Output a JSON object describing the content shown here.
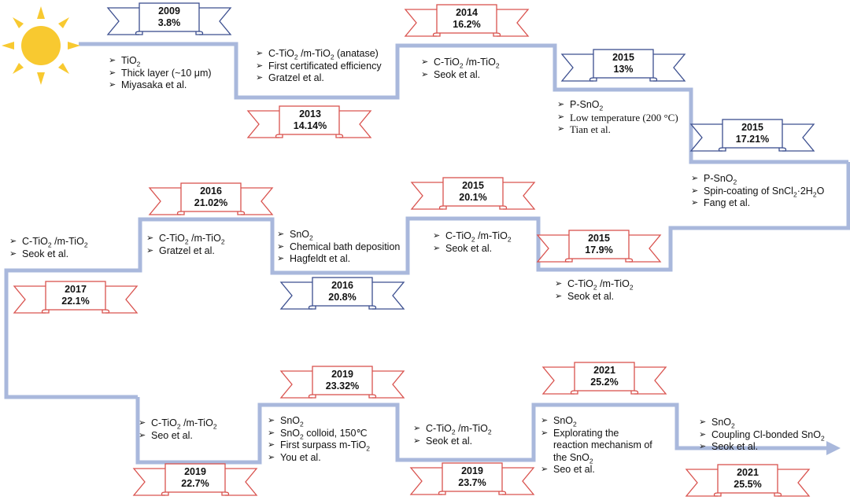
{
  "colors": {
    "path": "#a9b8dc",
    "red": "#d9534f",
    "blue": "#3c4f8f",
    "sun": "#f8c930"
  },
  "sun_icon": "sun-icon",
  "milestones": [
    {
      "year": "2009",
      "eff": "3.8%",
      "color": "blue",
      "notes": [
        "TiO₂",
        "Thick layer (~10 μm)",
        "Miyasaka et al."
      ]
    },
    {
      "year": "2013",
      "eff": "14.14%",
      "color": "red",
      "notes": [
        "C-TiO₂ /m-TiO₂ (anatase)",
        "First certificated efficiency",
        "Gratzel et al."
      ]
    },
    {
      "year": "2014",
      "eff": "16.2%",
      "color": "red",
      "notes": [
        "C-TiO₂ /m-TiO₂",
        "Seok et al."
      ]
    },
    {
      "year": "2015",
      "eff": "13%",
      "color": "blue",
      "notes": [
        "P-SnO₂",
        "Low temperature (200 °C)",
        "Tian et al."
      ]
    },
    {
      "year": "2015",
      "eff": "17.21%",
      "color": "blue",
      "notes": [
        "P-SnO₂",
        "Spin-coating of SnCl₂·2H₂O",
        "Fang et al."
      ]
    },
    {
      "year": "2015",
      "eff": "17.9%",
      "color": "red",
      "notes": [
        "C-TiO₂ /m-TiO₂",
        "Seok et al."
      ]
    },
    {
      "year": "2015",
      "eff": "20.1%",
      "color": "red",
      "notes": [
        "C-TiO₂ /m-TiO₂",
        "Seok et al."
      ]
    },
    {
      "year": "2016",
      "eff": "20.8%",
      "color": "blue",
      "notes": [
        "SnO₂",
        "Chemical bath deposition",
        "Hagfeldt et al."
      ]
    },
    {
      "year": "2016",
      "eff": "21.02%",
      "color": "red",
      "notes": [
        "C-TiO₂ /m-TiO₂",
        "Gratzel et al."
      ]
    },
    {
      "year": "2017",
      "eff": "22.1%",
      "color": "red",
      "notes": [
        "C-TiO₂ /m-TiO₂",
        "Seok et al."
      ]
    },
    {
      "year": "2019",
      "eff": "22.7%",
      "color": "red",
      "notes": [
        "C-TiO₂ /m-TiO₂",
        "Seo et al."
      ]
    },
    {
      "year": "2019",
      "eff": "23.32%",
      "color": "red",
      "notes": [
        "SnO₂",
        "SnO₂ colloid, 150℃",
        "First surpass m-TiO₂",
        "You et al."
      ]
    },
    {
      "year": "2019",
      "eff": "23.7%",
      "color": "red",
      "notes": [
        "C-TiO₂ /m-TiO₂",
        "Seok et al."
      ]
    },
    {
      "year": "2021",
      "eff": "25.2%",
      "color": "red",
      "notes": [
        "SnO₂",
        "Explorating the",
        "reaction mechanism of",
        "the SnO₂",
        "Seo et al."
      ]
    },
    {
      "year": "2021",
      "eff": "25.5%",
      "color": "red",
      "notes": [
        "SnO₂",
        "Coupling Cl-bonded SnO₂",
        "Seok et al."
      ]
    }
  ]
}
